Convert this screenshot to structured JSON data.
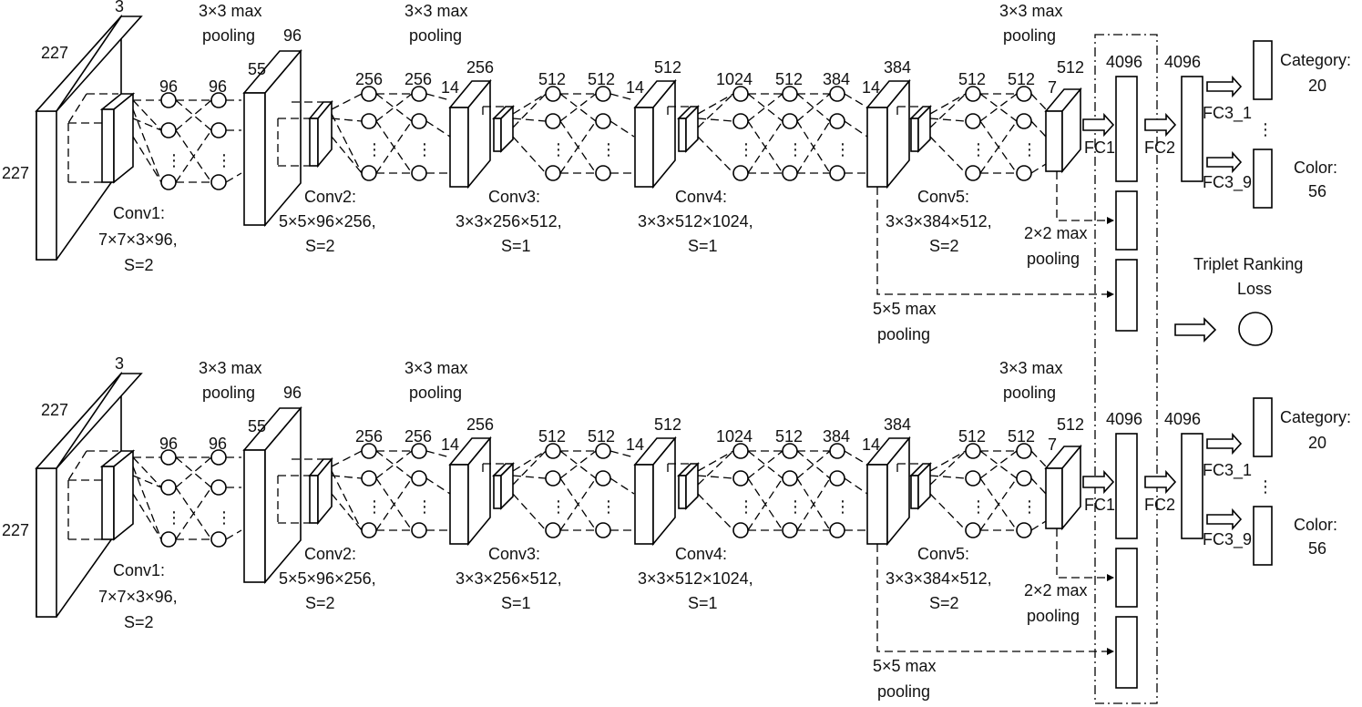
{
  "networks": [
    {
      "input": {
        "depth": "3",
        "width": "227",
        "height": "227"
      },
      "layers": [
        {
          "name": "Conv1:",
          "kernel": "7×7×3×96,",
          "stride": "S=2",
          "nodes_in": "96",
          "nodes_out": "96"
        },
        {
          "name": "Conv2:",
          "kernel": "5×5×96×256,",
          "stride": "S=2",
          "nodes_in": "256",
          "nodes_out": "256",
          "block_depth": "96",
          "block_size": "55",
          "pool": [
            "3×3 max",
            "pooling"
          ]
        },
        {
          "name": "Conv3:",
          "kernel": "3×3×256×512,",
          "stride": "S=1",
          "nodes_in": "512",
          "nodes_out": "512",
          "block_depth": "256",
          "block_size": "14",
          "pool": [
            "3×3 max",
            "pooling"
          ]
        },
        {
          "name": "Conv4:",
          "kernel": "3×3×512×1024,",
          "stride": "S=1",
          "nodes_in": "1024",
          "nodes_mid": "512",
          "nodes_out": "384",
          "block_depth": "512",
          "block_size": "14"
        },
        {
          "name": "Conv5:",
          "kernel": "3×3×384×512,",
          "stride": "S=2",
          "nodes_in": "512",
          "nodes_out": "512",
          "block_depth": "384",
          "block_size": "14"
        }
      ],
      "final_block": {
        "depth": "512",
        "size": "7",
        "pool": [
          "3×3 max",
          "pooling"
        ]
      },
      "pool_2x2": [
        "2×2 max",
        "pooling"
      ],
      "pool_5x5": [
        "5×5 max",
        "pooling"
      ],
      "fc1": {
        "label": "FC1",
        "size": "4096"
      },
      "fc2": {
        "label": "FC2",
        "size": "4096"
      },
      "fc3_1": "FC3_1",
      "fc3_9": "FC3_9",
      "ellipsis": "⋮",
      "category": [
        "Category:",
        "20"
      ],
      "color": [
        "Color:",
        "56"
      ]
    },
    {
      "input": {
        "depth": "3",
        "width": "227",
        "height": "227"
      },
      "layers": [
        {
          "name": "Conv1:",
          "kernel": "7×7×3×96,",
          "stride": "S=2",
          "nodes_in": "96",
          "nodes_out": "96"
        },
        {
          "name": "Conv2:",
          "kernel": "5×5×96×256,",
          "stride": "S=2",
          "nodes_in": "256",
          "nodes_out": "256",
          "block_depth": "96",
          "block_size": "55",
          "pool": [
            "3×3 max",
            "pooling"
          ]
        },
        {
          "name": "Conv3:",
          "kernel": "3×3×256×512,",
          "stride": "S=1",
          "nodes_in": "512",
          "nodes_out": "512",
          "block_depth": "256",
          "block_size": "14",
          "pool": [
            "3×3 max",
            "pooling"
          ]
        },
        {
          "name": "Conv4:",
          "kernel": "3×3×512×1024,",
          "stride": "S=1",
          "nodes_in": "1024",
          "nodes_mid": "512",
          "nodes_out": "384",
          "block_depth": "512",
          "block_size": "14"
        },
        {
          "name": "Conv5:",
          "kernel": "3×3×384×512,",
          "stride": "S=2",
          "nodes_in": "512",
          "nodes_out": "512",
          "block_depth": "384",
          "block_size": "14"
        }
      ],
      "final_block": {
        "depth": "512",
        "size": "7",
        "pool": [
          "3×3 max",
          "pooling"
        ]
      },
      "pool_2x2": [
        "2×2 max",
        "pooling"
      ],
      "pool_5x5": [
        "5×5 max",
        "pooling"
      ],
      "fc1": {
        "label": "FC1",
        "size": "4096"
      },
      "fc2": {
        "label": "FC2",
        "size": "4096"
      },
      "fc3_1": "FC3_1",
      "fc3_9": "FC3_9",
      "ellipsis": "⋮",
      "category": [
        "Category:",
        "20"
      ],
      "color": [
        "Color:",
        "56"
      ]
    }
  ],
  "loss": {
    "label_line1": "Triplet Ranking",
    "label_line2": "Loss"
  },
  "dot_glyph": "⋮"
}
